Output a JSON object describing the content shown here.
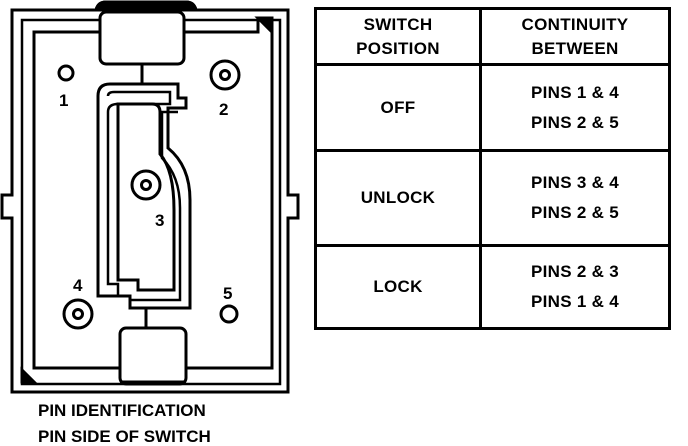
{
  "diagram": {
    "pins": [
      {
        "label": "1"
      },
      {
        "label": "2"
      },
      {
        "label": "3"
      },
      {
        "label": "4"
      },
      {
        "label": "5"
      }
    ],
    "caption": [
      "PIN IDENTIFICATION",
      "PIN SIDE OF SWITCH"
    ]
  },
  "table": {
    "headers": [
      [
        "SWITCH",
        "POSITION"
      ],
      [
        "CONTINUITY",
        "BETWEEN"
      ]
    ],
    "rows": [
      {
        "position": "OFF",
        "continuity": [
          "PINS 1 & 4",
          "PINS 2 & 5"
        ]
      },
      {
        "position": "UNLOCK",
        "continuity": [
          "PINS 3 & 4",
          "PINS 2 & 5"
        ]
      },
      {
        "position": "LOCK",
        "continuity": [
          "PINS 2 & 3",
          "PINS 1 & 4"
        ]
      }
    ]
  }
}
